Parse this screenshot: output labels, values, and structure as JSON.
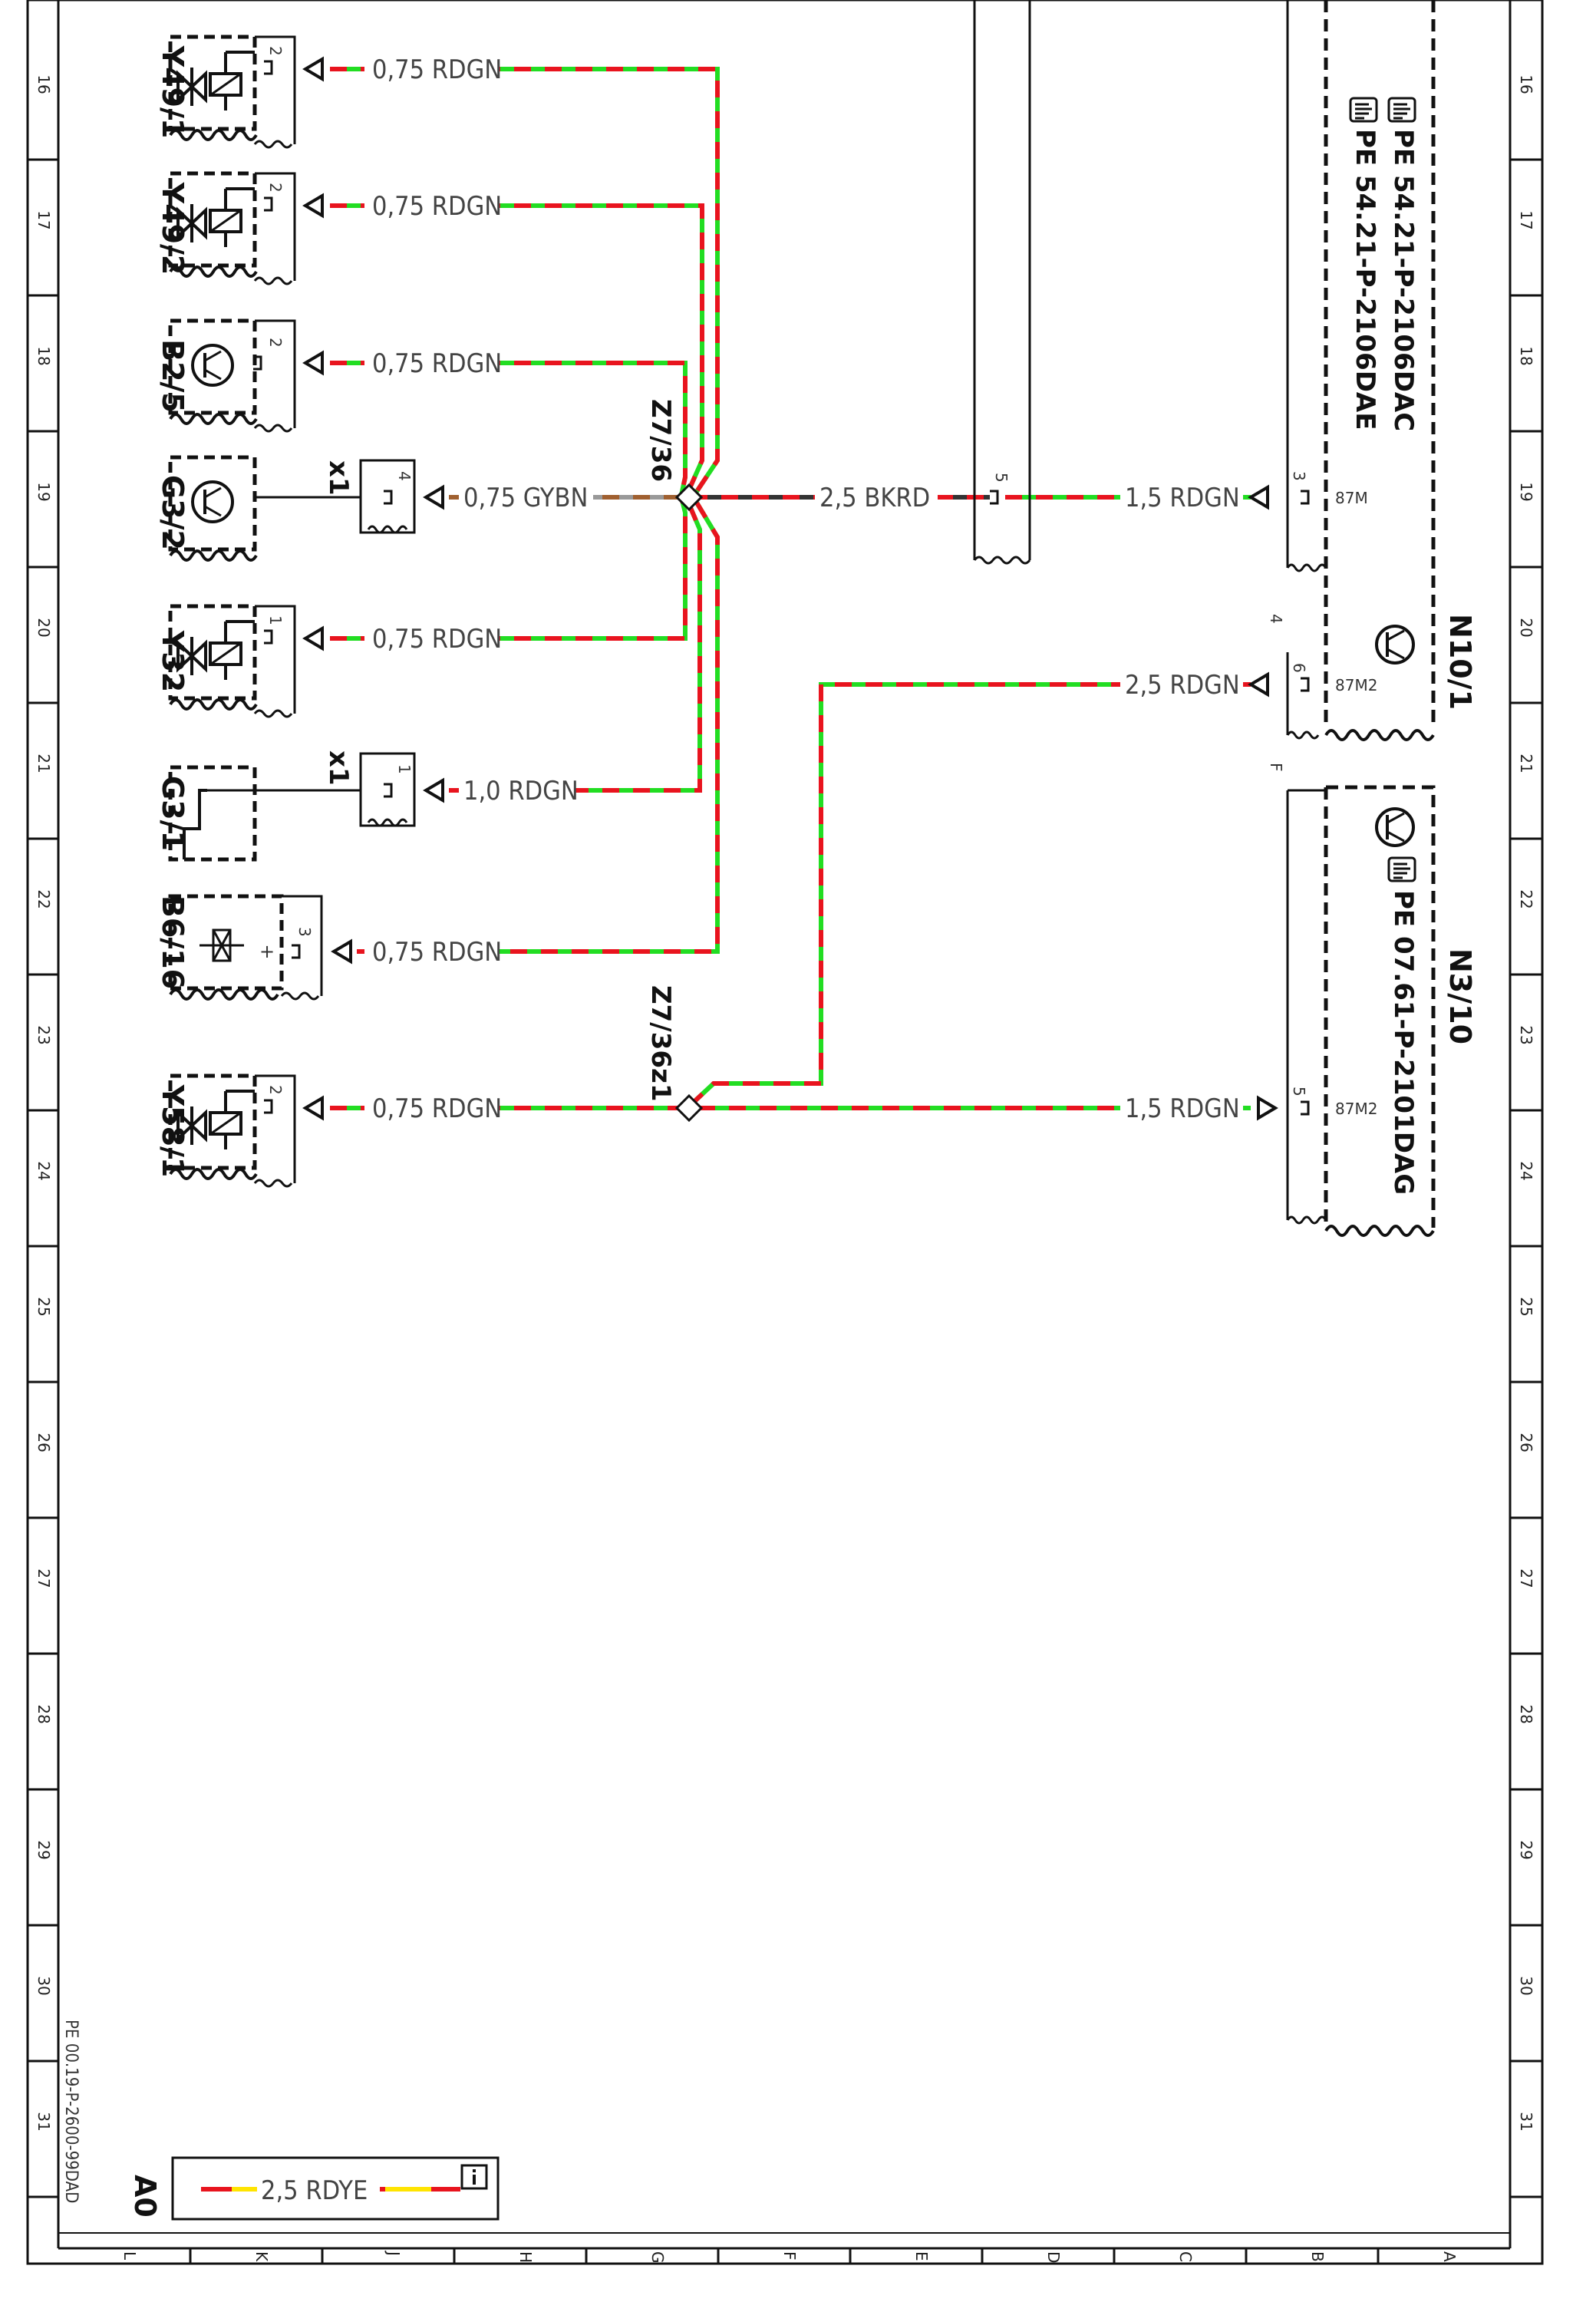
{
  "colors": {
    "wire_red": "#e8141e",
    "wire_green": "#22dd22",
    "wire_yellow": "#ffe400",
    "wire_black": "#333333",
    "wire_gy": "#999999",
    "wire_bn": "#a06030",
    "line": "#111111"
  },
  "rows": [
    "16",
    "17",
    "18",
    "19",
    "20",
    "21",
    "22",
    "23",
    "24",
    "25",
    "26",
    "27",
    "28",
    "29",
    "30",
    "31"
  ],
  "columns": [
    "L",
    "K",
    "J",
    "H",
    "G",
    "F",
    "E",
    "D",
    "C",
    "B",
    "A"
  ],
  "components": {
    "y49_1": "Y49/1",
    "y49_2": "Y49/2",
    "b2_5": "B2/5",
    "g3_2": "G3/2",
    "y32": "Y32",
    "g3_1": "G3/1",
    "b6_16": "B6/16",
    "y58_1": "Y58/1",
    "z7_36": "Z7/36",
    "z7_36z1": "Z7/36z1",
    "n10_1": "N10/1",
    "n3_10": "N3/10",
    "a0": "A0"
  },
  "connectors": {
    "x1_a": "x1",
    "x1_b": "x1"
  },
  "pins": {
    "y49_1": "2",
    "y49_2": "2",
    "b2_5": "2",
    "g3_2": "4",
    "y32": "1",
    "g3_1": "1",
    "b6_16": "3",
    "b6_16_plus": "+",
    "y58_1": "2",
    "bkrd_conn": "5",
    "n10_1_a": "3",
    "n10_1_b": "6",
    "n10_1_c": "4",
    "n3_10": "5",
    "n10_1_term_a": "87M",
    "n10_1_term_b": "87M2",
    "n3_10_term": "87M2"
  },
  "wire_labels": {
    "w_y49_1": "0,75 RDGN",
    "w_y49_2": "0,75 RDGN",
    "w_b2_5": "0,75 RDGN",
    "w_g3_2": "0,75 GYBN",
    "w_y32": "0,75 RDGN",
    "w_g3_1": "1,0 RDGN",
    "w_b6_16": "0,75 RDGN",
    "w_y58_1": "0,75 RDGN",
    "w_bkrd": "2,5 BKRD",
    "w_n10_a": "1,5 RDGN",
    "w_n10_b": "2,5 RDGN",
    "w_n3_10": "1,5 RDGN",
    "w_legend": "2,5 RDYE"
  },
  "references": {
    "n10_1_ref1": "PE 54.21-P-2106DAC",
    "n10_1_ref2": "PE 54.21-P-2106DAE",
    "n3_10_ref": "PE 07.61-P-2101DAG",
    "doc_ref": "PE 00.19-P-2600-99DAD"
  },
  "icons": {
    "pointer_hand": "pointing-hand-icon",
    "info": "info-icon",
    "solenoid_valve": "solenoid-valve-icon",
    "sensor": "sensor-icon"
  }
}
